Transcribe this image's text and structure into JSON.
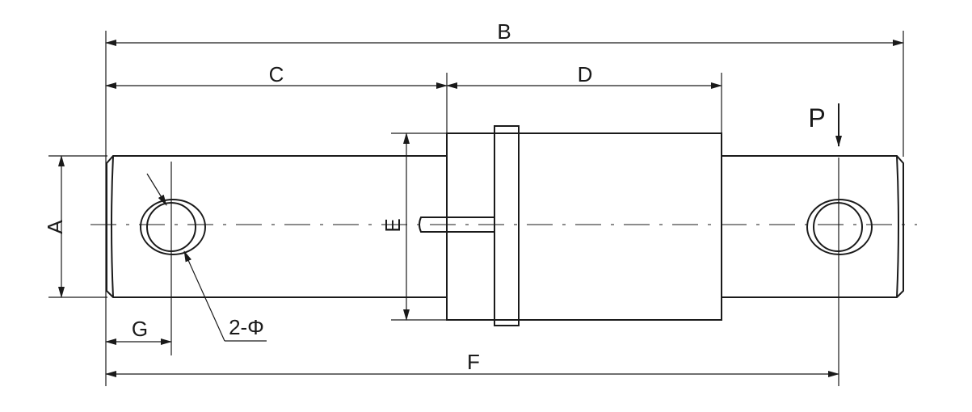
{
  "labels": {
    "A": "A",
    "B": "B",
    "C": "C",
    "D": "D",
    "E": "E",
    "F": "F",
    "G": "G",
    "P": "P",
    "hole": "2-Φ"
  },
  "colors": {
    "line": "#1a1a1a",
    "background": "#ffffff"
  }
}
